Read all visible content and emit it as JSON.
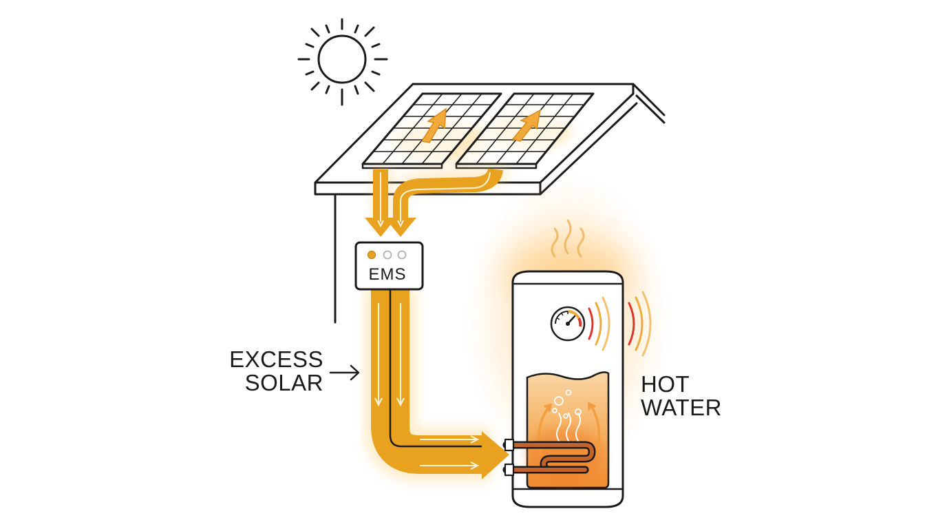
{
  "labels": {
    "ems": "EMS",
    "excess_line1": "EXCESS",
    "excess_line2": "SOLAR",
    "hot_line1": "HOT",
    "hot_line2": "WATER"
  },
  "colors": {
    "stroke": "#1a1a1a",
    "flow": "#e9a21f",
    "glow": "#ffb347",
    "water_top": "#f7c98f",
    "water_bottom": "#f08a2c",
    "gauge_red": "#e0342a",
    "coil": "#b45a2a"
  },
  "ems_indicators": [
    "orange",
    "gray",
    "gray"
  ]
}
